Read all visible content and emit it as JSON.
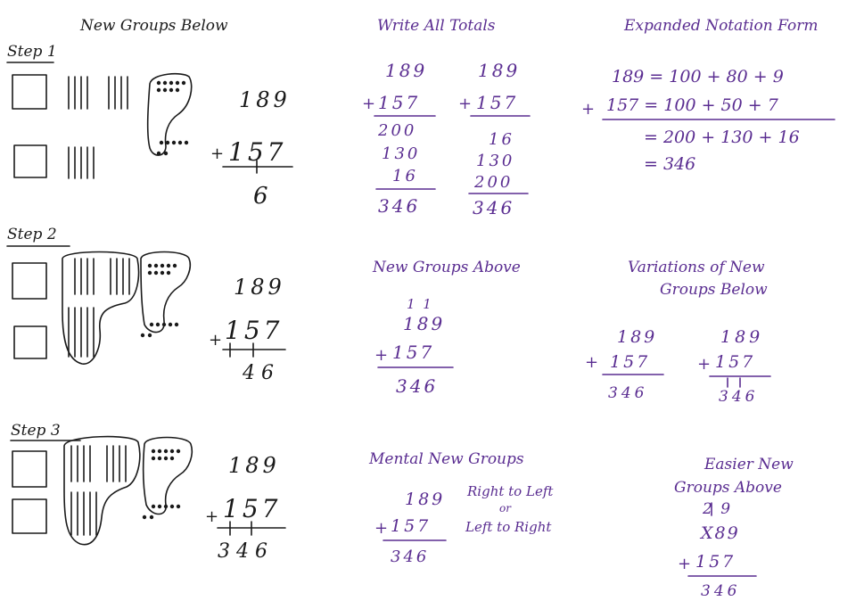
{
  "left": {
    "title": "New Groups Below",
    "steps": [
      {
        "label": "Step 1",
        "top": "189",
        "bottom": "157",
        "op": "+",
        "result": "6"
      },
      {
        "label": "Step 2",
        "top": "189",
        "bottom": "157",
        "op": "+",
        "result": "4 6"
      },
      {
        "label": "Step 3",
        "top": "189",
        "bottom": "157",
        "op": "+",
        "result": "3 4 6"
      }
    ]
  },
  "write_totals": {
    "title": "Write All Totals",
    "col1": [
      "189",
      "157",
      "200",
      "130",
      "16",
      "346"
    ],
    "col2": [
      "189",
      "157",
      "16",
      "130",
      "200",
      "346"
    ],
    "op": "+"
  },
  "expanded": {
    "title": "Expanded Notation Form",
    "line1": "189 = 100 + 80 + 9",
    "line2": "157 = 100 + 50 + 7",
    "line3": "= 200 + 130 + 16",
    "line4": "= 346",
    "op": "+"
  },
  "groups_above": {
    "title": "New Groups Above",
    "carry": "1 1",
    "top": "189",
    "bottom": "157",
    "op": "+",
    "result": "346"
  },
  "variations": {
    "title_line1": "Variations of New",
    "title_line2": "Groups Below",
    "a": {
      "top": "189",
      "bottom": "157",
      "op": "+",
      "result": "346"
    },
    "b": {
      "top": "189",
      "bottom": "157",
      "op": "+",
      "result": "346"
    }
  },
  "mental": {
    "title": "Mental New Groups",
    "top": "189",
    "bottom": "157",
    "op": "+",
    "result": "346",
    "note1": "Right to Left",
    "note2": "or",
    "note3": "Left to Right"
  },
  "easier": {
    "title_line1": "Easier New",
    "title_line2": "Groups Above",
    "carry": "2 9",
    "top": "X89",
    "bottom": "157",
    "op": "+",
    "result": "346"
  }
}
